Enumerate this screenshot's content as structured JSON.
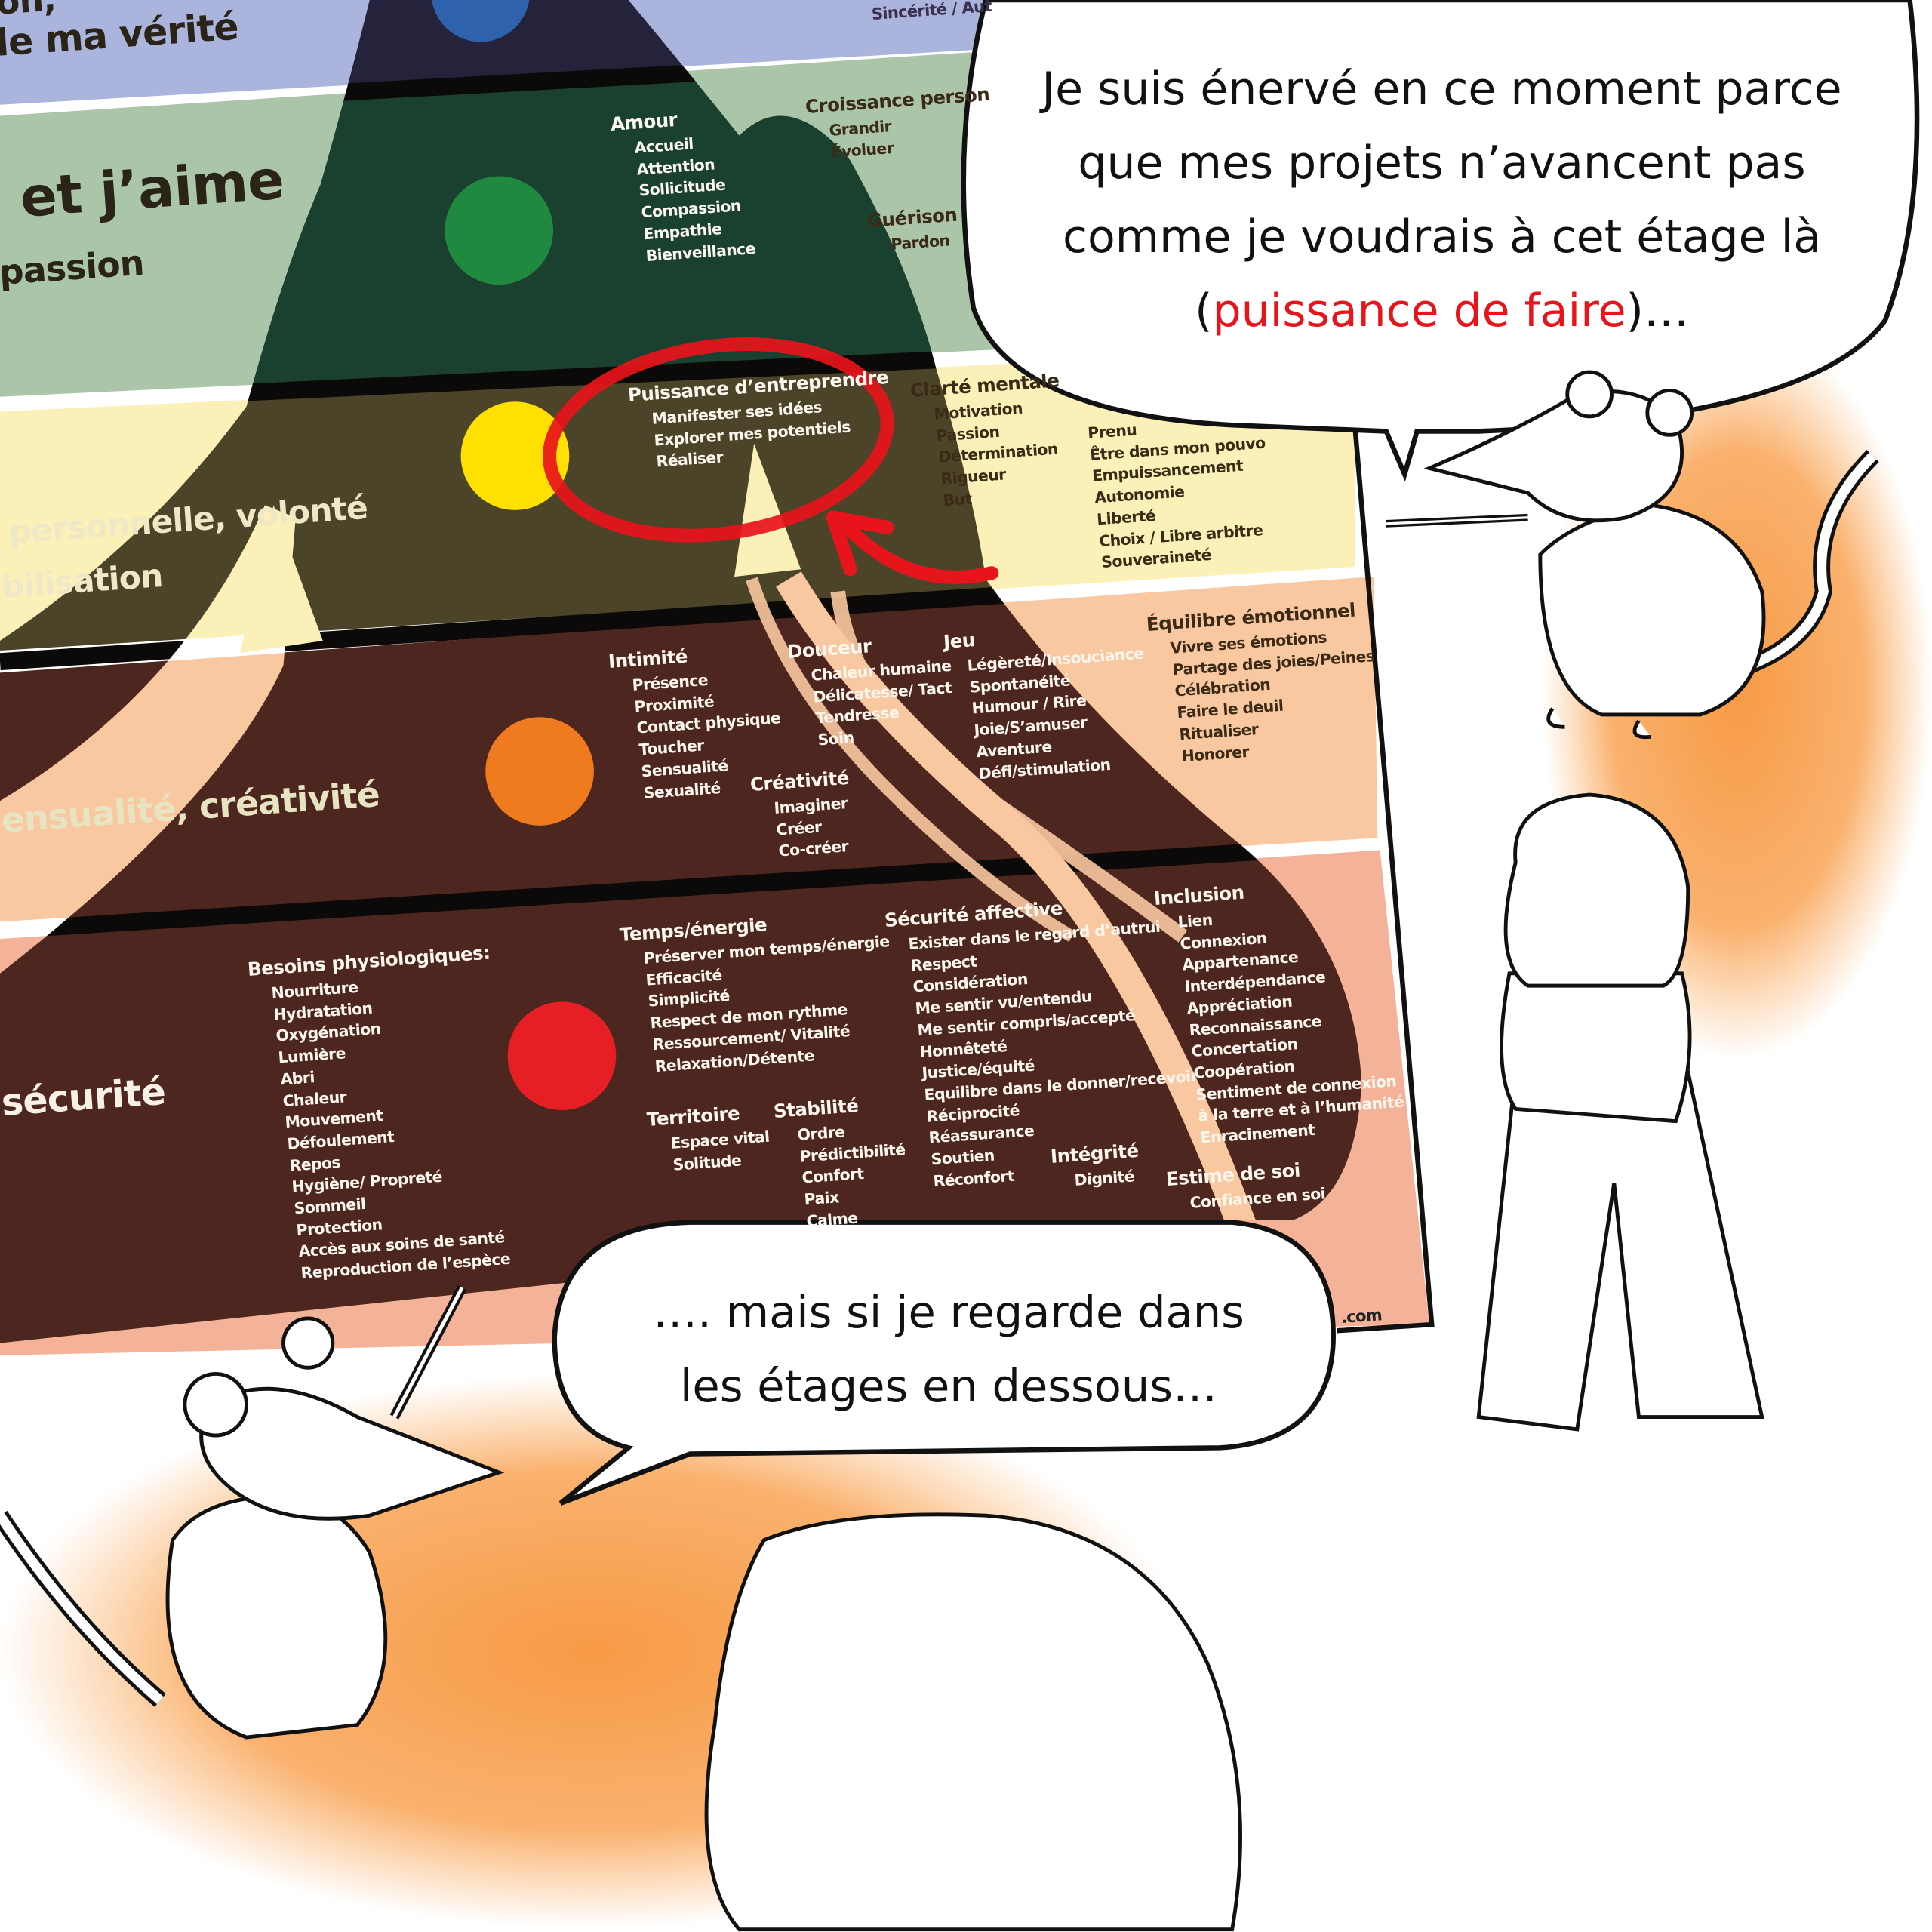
{
  "poster": {
    "left_titles": {
      "expression_1": "on,",
      "expression_2": "le ma vérité",
      "love_1": "et j’aime",
      "love_2": "passion",
      "power_1": "personnelle, volonté",
      "power_2": "bilisation",
      "sacral": "ensualité, créativité",
      "root": "sécurité"
    },
    "top_fragment": "Sincérité / Aut",
    "footer_fragment": ".com",
    "blocks": {
      "amour": {
        "h": "Amour",
        "items": [
          "Accueil",
          "Attention",
          "Sollicitude",
          "Compassion",
          "Empathie",
          "Bienveillance"
        ]
      },
      "croissance": {
        "h": "Croissance person",
        "items": [
          "Grandir",
          "Évoluer"
        ]
      },
      "guerison": {
        "h": "Guérison",
        "items": [
          "Pardon"
        ]
      },
      "puissance": {
        "h": "Puissance d’entreprendre",
        "items": [
          "Manifester ses idées",
          "Explorer mes potentiels",
          "Réaliser"
        ]
      },
      "clarte": {
        "h": "Clarté mentale",
        "items": [
          "Motivation",
          "Passion",
          "Détermination",
          "Rigueur",
          "But"
        ]
      },
      "pouvoir": {
        "h": "",
        "items": [
          "Prenu",
          "Être dans mon pouvo",
          "Empuissancement",
          "Autonomie",
          "Liberté",
          "Choix / Libre arbitre",
          "Souveraineté"
        ]
      },
      "intimite": {
        "h": "Intimité",
        "items": [
          "Présence",
          "Proximité",
          "Contact physique",
          "Toucher",
          "Sensualité",
          "Sexualité"
        ]
      },
      "douceur": {
        "h": "Douceur",
        "items": [
          "Chaleur humaine",
          "Délicatesse/ Tact",
          "Tendresse",
          "Soin"
        ]
      },
      "jeu": {
        "h": "Jeu",
        "items": [
          "Légèreté/Insouciance",
          "Spontanéité",
          "Humour / Rire",
          "Joie/S’amuser",
          "Aventure",
          "Défi/stimulation"
        ]
      },
      "creativite": {
        "h": "Créativité",
        "items": [
          "Imaginer",
          "Créer",
          "Co-créer"
        ]
      },
      "equilibre": {
        "h": "Équilibre émotionnel",
        "items": [
          "Vivre ses émotions",
          "Partage des joies/Peines",
          "Célébration",
          "Faire le deuil",
          "Ritualiser",
          "Honorer"
        ]
      },
      "physio": {
        "h": "Besoins physiologiques:",
        "items": [
          "Nourriture",
          "Hydratation",
          "Oxygénation",
          "Lumière",
          "Abri",
          "Chaleur",
          "Mouvement",
          "Défoulement",
          "Repos",
          "Hygiène/ Propreté",
          "Sommeil",
          "Protection",
          "Accès aux soins de santé",
          "Reproduction de l’espèce"
        ]
      },
      "temps": {
        "h": "Temps/énergie",
        "items": [
          "Préserver mon temps/énergie",
          "Efficacité",
          "Simplicité",
          "Respect de mon rythme",
          "Ressourcement/ Vitalité",
          "Relaxation/Détente"
        ]
      },
      "securite_affective": {
        "h": "Sécurité affective",
        "items": [
          "Exister dans le regard d’autrui",
          "Respect",
          "Considération",
          "Me sentir vu/entendu",
          "Me sentir compris/accepté",
          "Honnêteté",
          "Justice/équité",
          "Equilibre dans le donner/recevoir",
          "Réciprocité",
          "Réassurance",
          "Soutien",
          "Réconfort"
        ]
      },
      "inclusion": {
        "h": "Inclusion",
        "items": [
          "Lien",
          "Connexion",
          "Appartenance",
          "Interdépendance",
          "Appréciation",
          "Reconnaissance",
          "Concertation",
          "Coopération",
          "Sentiment de connexion",
          "à la terre et à l’humanité",
          "Enracinement"
        ]
      },
      "territoire": {
        "h": "Territoire",
        "items": [
          "Espace vital",
          "Solitude"
        ]
      },
      "stabilite": {
        "h": "Stabilité",
        "items": [
          "Ordre",
          "Prédictibilité",
          "Confort",
          "Paix",
          "Calme"
        ]
      },
      "integrite": {
        "h": "Intégrité",
        "items": [
          "Dignité"
        ]
      },
      "estime": {
        "h": "Estime de soi",
        "items": [
          "Confiance en soi"
        ]
      }
    },
    "colors": {
      "blue_band": "#aab4dc",
      "green_band": "#abc5a8",
      "yellow_band": "#fbf1b8",
      "peach_band": "#f9c8a0",
      "salmon_band": "#f4b298",
      "chakra_blue": "#2e62ad",
      "chakra_green": "#1f8a3f",
      "chakra_yellow": "#ffe000",
      "chakra_orange": "#f07a1e",
      "chakra_red": "#e61f25",
      "annotation_red": "#e8141b"
    }
  },
  "bubbles": {
    "top": {
      "line1": "Je suis énervé en ce moment parce",
      "line2": "que mes projets n’avancent pas",
      "line3": "comme je voudrais à cet étage là",
      "line4_open": "(",
      "line4_highlight": "puissance de faire",
      "line4_close": ")…"
    },
    "bottom": {
      "line1": "…. mais si je regarde dans",
      "line2": "les étages en dessous…"
    }
  }
}
